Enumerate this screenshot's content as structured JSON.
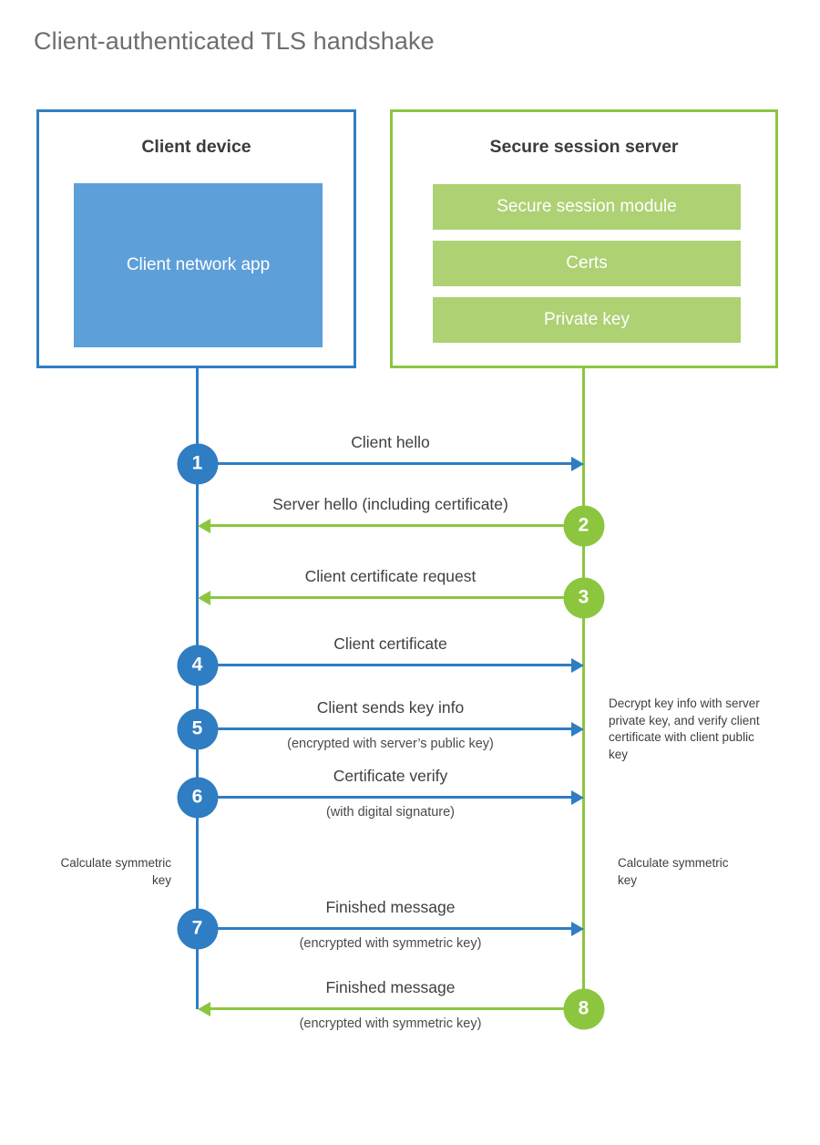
{
  "title": "Client-authenticated TLS handshake",
  "colors": {
    "client_blue": "#2f7dc2",
    "client_app_fill": "#5d9fd8",
    "server_green": "#8cc63f",
    "server_bar_fill": "#aed173",
    "title_gray": "#6e6e6e",
    "text_gray": "#3f3f3f"
  },
  "client": {
    "title": "Client device",
    "app_label": "Client network app"
  },
  "server": {
    "title": "Secure session server",
    "bars": [
      {
        "label": "Secure session module"
      },
      {
        "label": "Certs"
      },
      {
        "label": "Private key"
      }
    ]
  },
  "steps": [
    {
      "number": "1",
      "label": "Client hello",
      "sub": "",
      "direction": "right",
      "color": "blue"
    },
    {
      "number": "2",
      "label": "Server hello (including certificate)",
      "sub": "",
      "direction": "left",
      "color": "green"
    },
    {
      "number": "3",
      "label": "Client certificate request",
      "sub": "",
      "direction": "left",
      "color": "green"
    },
    {
      "number": "4",
      "label": "Client certificate",
      "sub": "",
      "direction": "right",
      "color": "blue"
    },
    {
      "number": "5",
      "label": "Client sends key info",
      "sub": "(encrypted with server’s public key)",
      "direction": "right",
      "color": "blue"
    },
    {
      "number": "6",
      "label": "Certificate verify",
      "sub": "(with digital signature)",
      "direction": "right",
      "color": "blue"
    },
    {
      "number": "7",
      "label": "Finished message",
      "sub": "(encrypted with symmetric key)",
      "direction": "right",
      "color": "blue"
    },
    {
      "number": "8",
      "label": "Finished message",
      "sub": "(encrypted with symmetric key)",
      "direction": "left",
      "color": "green"
    }
  ],
  "notes": {
    "server_decrypt": "Decrypt key info with server private key, and verify client certificate with client public key",
    "client_calculate": "Calculate symmetric key",
    "server_calculate": "Calculate symmetric key"
  }
}
